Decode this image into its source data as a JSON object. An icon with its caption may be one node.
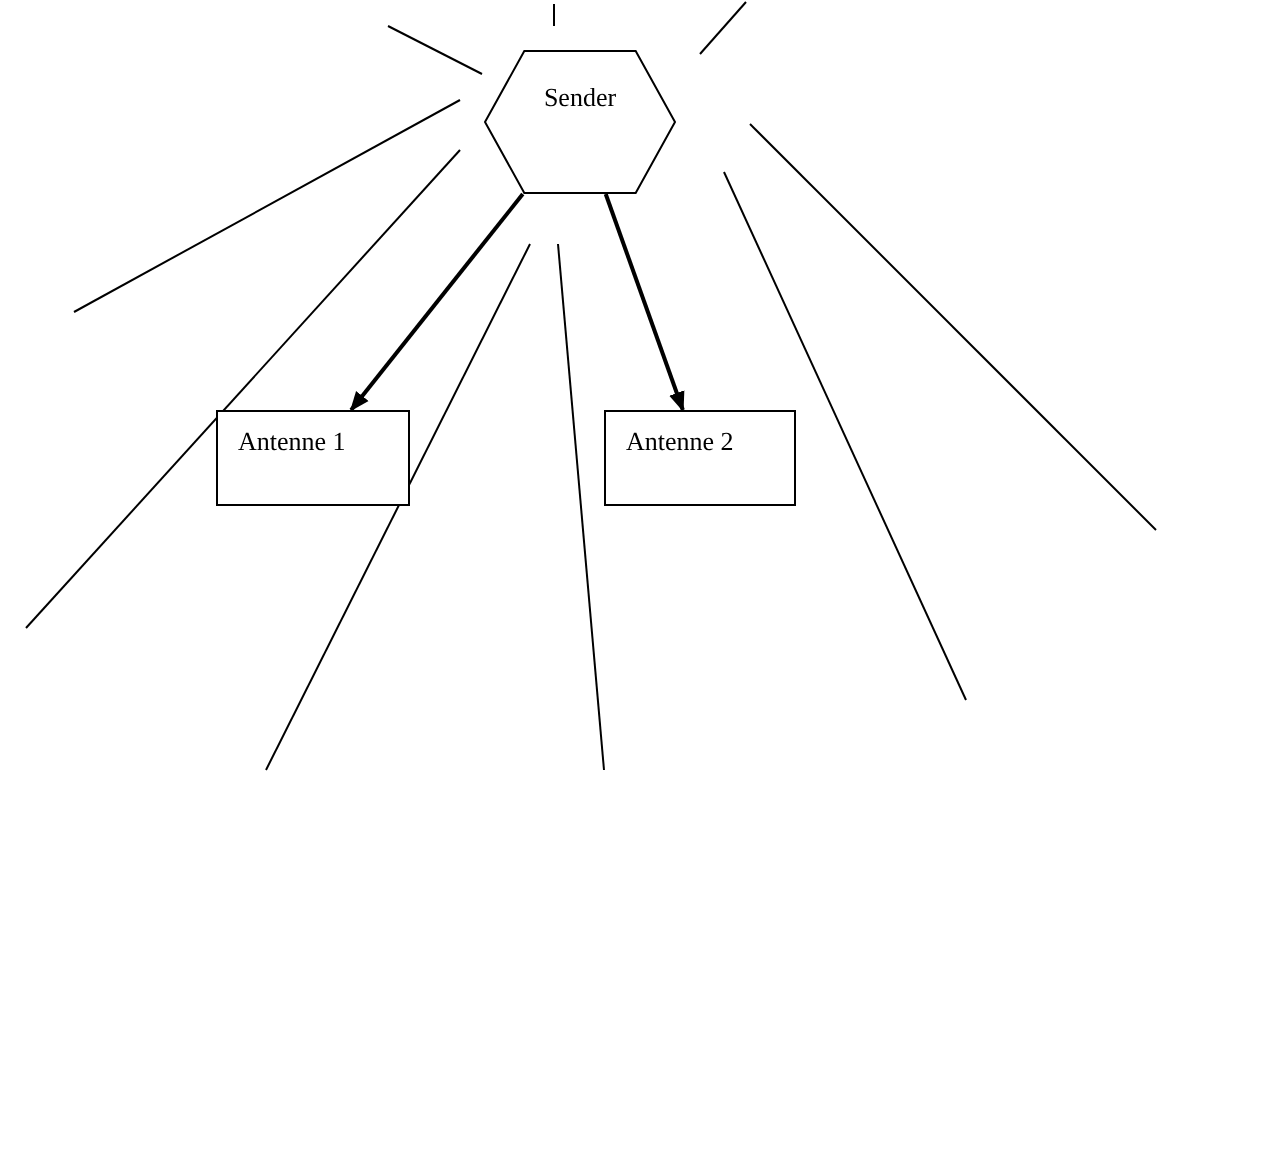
{
  "diagram": {
    "nodes": [
      {
        "text": [
          "Sender"
        ]
      },
      {
        "text": [
          "Antenne 1"
        ]
      },
      {
        "text": [
          "Antenne 2"
        ]
      }
    ],
    "edges": [
      {
        "from": 0,
        "to": 1,
        "arrow": "to"
      },
      {
        "from": 0,
        "to": 2,
        "arrow": "to"
      }
    ]
  }
}
